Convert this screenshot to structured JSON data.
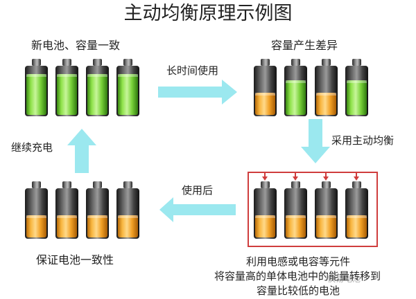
{
  "title": "主动均衡原理示例图",
  "quadrants": {
    "top_left": {
      "caption": "新电池、容量一致",
      "levels": [
        1.0,
        1.0,
        1.0,
        1.0
      ]
    },
    "top_right": {
      "caption": "容量产生差异",
      "levels": [
        0.55,
        0.85,
        0.55,
        0.85
      ]
    },
    "bottom_right": {
      "levels": [
        0.55,
        0.55,
        0.55,
        0.55
      ]
    },
    "bottom_left": {
      "caption": "保证电池一致性",
      "levels": [
        0.55,
        0.55,
        0.55,
        0.55
      ]
    }
  },
  "arrows": {
    "right_label": "长时间使用",
    "down_label": "采用主动均衡",
    "left_label": "使用后",
    "up_label": "继续充电"
  },
  "note_lines": [
    "利用电感或电容等元件",
    "将容量高的单体电池中的能量转移到",
    "容量比较低的电池"
  ],
  "watermark": "快易电池",
  "colors": {
    "full_green": "#7ad23a",
    "low_orange": "#f2a126",
    "arrow_cyan": "#9be8ef",
    "feed_line": "#cf3d3d"
  }
}
